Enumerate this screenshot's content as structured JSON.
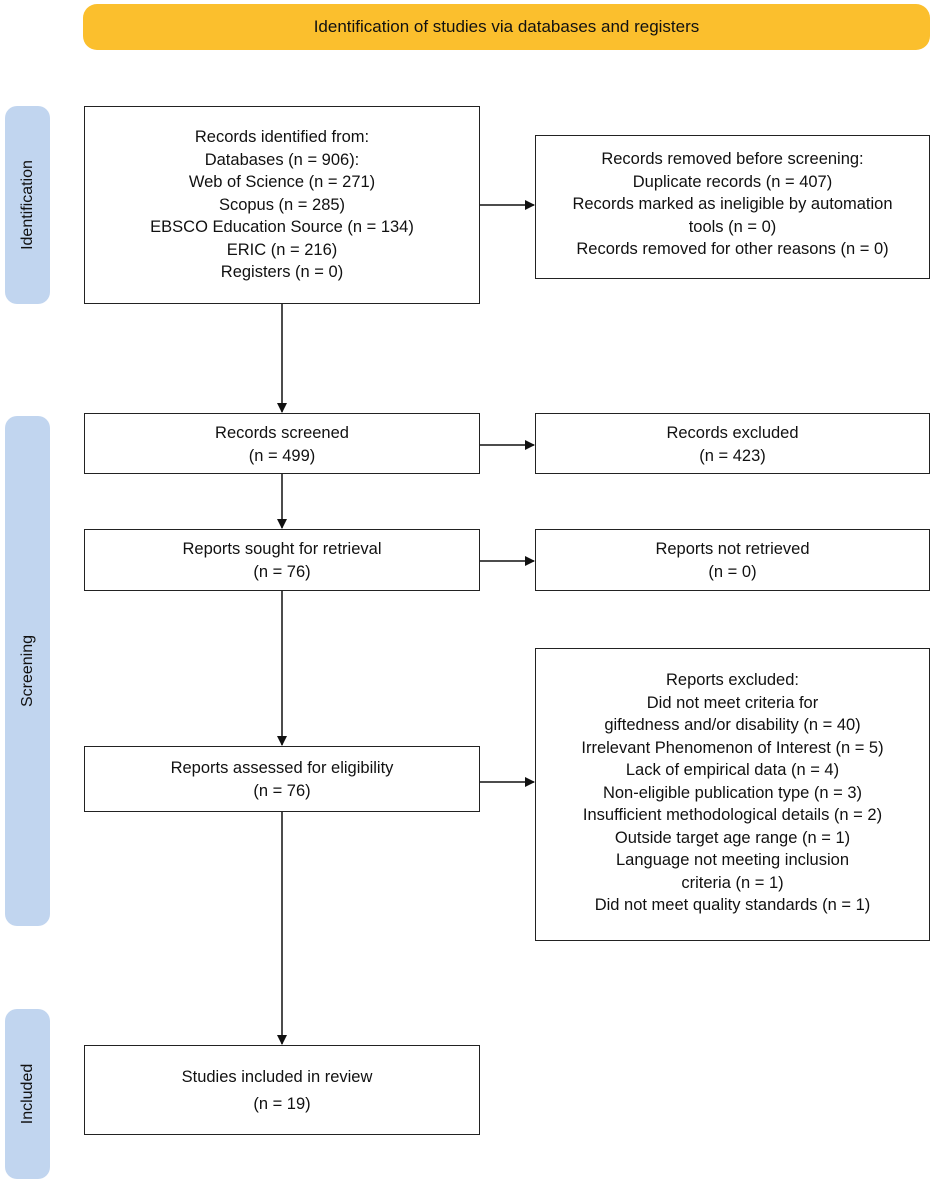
{
  "banner": {
    "title": "Identification of studies via databases and registers"
  },
  "phases": {
    "identification": "Identification",
    "screening": "Screening",
    "included": "Included"
  },
  "records_identified": {
    "lines": [
      "Records identified from:",
      "Databases (n = 906):",
      "Web of Science (n = 271)",
      "Scopus (n = 285)",
      "EBSCO Education Source (n = 134)",
      "ERIC (n = 216)",
      "Registers (n = 0)"
    ]
  },
  "records_removed": {
    "lines": [
      "Records removed before screening:",
      "Duplicate records (n = 407)",
      "Records marked as ineligible by automation",
      "tools (n = 0)",
      "Records removed for other reasons (n = 0)"
    ]
  },
  "records_screened": {
    "lines": [
      "Records screened",
      "(n = 499)"
    ]
  },
  "records_excluded": {
    "lines": [
      "Records excluded",
      "(n = 423)"
    ]
  },
  "reports_sought": {
    "lines": [
      "Reports sought for retrieval",
      "(n = 76)"
    ]
  },
  "reports_not_retrieved": {
    "lines": [
      "Reports not retrieved",
      "(n = 0)"
    ]
  },
  "reports_assessed": {
    "lines": [
      "Reports assessed for eligibility",
      "(n = 76)"
    ]
  },
  "reports_excluded": {
    "lines": [
      "Reports excluded:",
      "Did not meet criteria for",
      "giftedness and/or disability (n = 40)",
      "Irrelevant Phenomenon of Interest (n = 5)",
      "Lack of empirical data (n = 4)",
      "Non-eligible publication type (n = 3)",
      "Insufficient methodological details (n = 2)",
      "Outside target age range (n = 1)",
      "Language not meeting inclusion",
      "criteria (n = 1)",
      "Did not meet quality standards (n = 1)"
    ]
  },
  "studies_included": {
    "lines": [
      "Studies included in review",
      "(n = 19)"
    ]
  },
  "colors": {
    "banner": "#fbbf2d",
    "phase": "#c1d5ef",
    "stroke": "#222222"
  }
}
